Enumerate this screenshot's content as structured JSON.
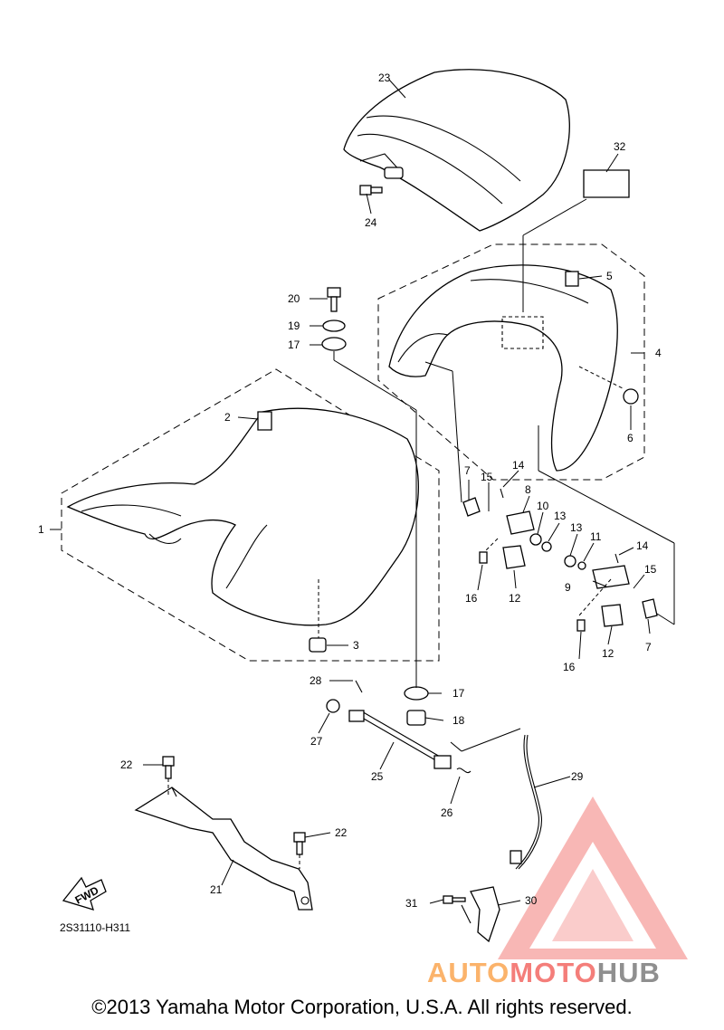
{
  "diagram": {
    "code": "2S31110-H311",
    "copyright": "©2013 Yamaha Motor Corporation, U.S.A. All rights reserved.",
    "fwd_label": "FWD",
    "callouts": [
      "1",
      "2",
      "3",
      "4",
      "5",
      "6",
      "7",
      "8",
      "9",
      "10",
      "11",
      "12",
      "13",
      "14",
      "15",
      "16",
      "17",
      "18",
      "19",
      "20",
      "21",
      "22",
      "23",
      "24",
      "25",
      "26",
      "27",
      "28",
      "29",
      "30",
      "31",
      "32"
    ]
  },
  "watermark": {
    "part1": "AUTO",
    "part2": "MOTO",
    "part3": "HUB",
    "colors": {
      "auto": "#fbb36b",
      "moto": "#f47e7a",
      "hub": "#8f8f8f",
      "triangle": "#f47e7a"
    }
  }
}
